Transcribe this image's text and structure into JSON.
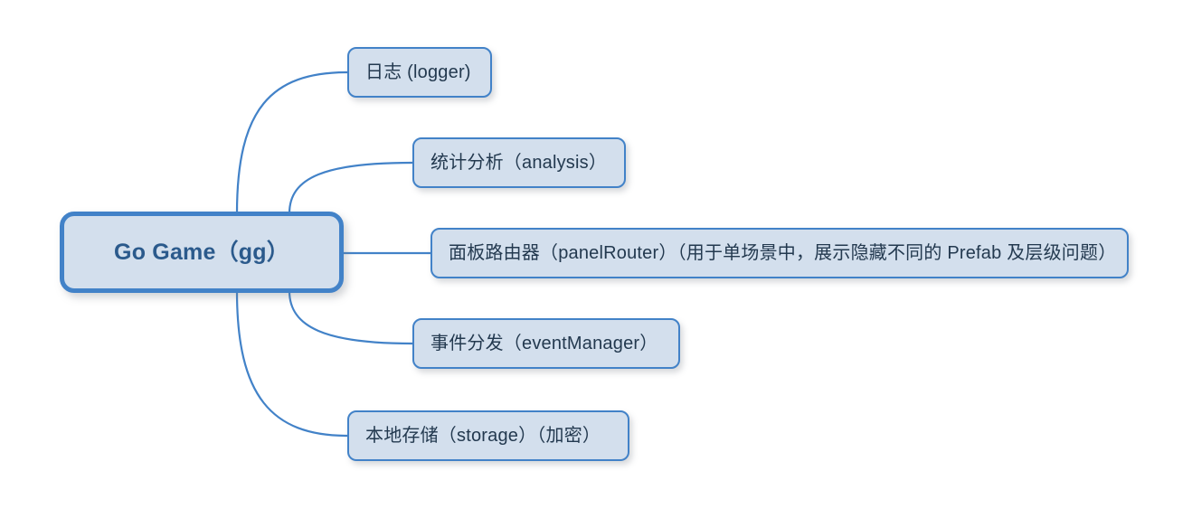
{
  "diagram": {
    "type": "mind-map",
    "background_color": "#ffffff",
    "node_fill": "#d3dfed",
    "node_border": "#4282c8",
    "connector_color": "#4282c8",
    "root_text_color": "#2b5a8c",
    "branch_text_color": "#23394f",
    "root": {
      "label": "Go Game（gg）"
    },
    "branches": [
      {
        "label": "日志 (logger)"
      },
      {
        "label": "统计分析（analysis）"
      },
      {
        "label": "面板路由器（panelRouter）（用于单场景中，展示隐藏不同的 Prefab 及层级问题）"
      },
      {
        "label": "事件分发（eventManager）"
      },
      {
        "label": "本地存储（storage）（加密）"
      }
    ]
  }
}
